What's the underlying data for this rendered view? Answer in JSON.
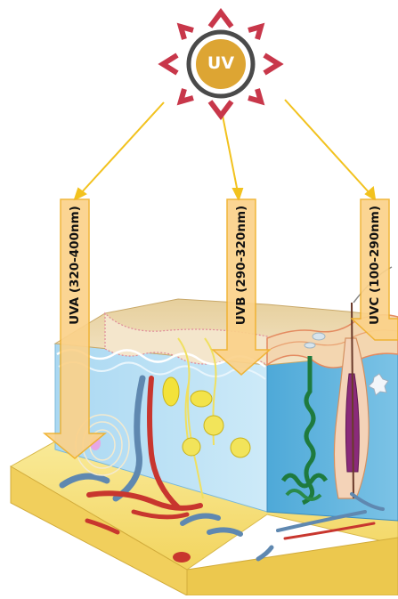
{
  "sun": {
    "label": "UV"
  },
  "rays": [
    {
      "label": "UVA (320-400nm)"
    },
    {
      "label": "UVB (290-320nm)"
    },
    {
      "label": "UVC (100-290nm)"
    }
  ],
  "colors": {
    "sun_ray": "#c8374a",
    "sun_ring": "#4a4a4a",
    "sun_core": "#dda533",
    "arrow_fill": "#fbd28a",
    "arrow_stroke": "#f0b02a",
    "pointer": "#f2c21e",
    "epidermis": "#f2e3c4",
    "dermis": "#bfe3f6",
    "hypodermis": "#f6e17a"
  }
}
